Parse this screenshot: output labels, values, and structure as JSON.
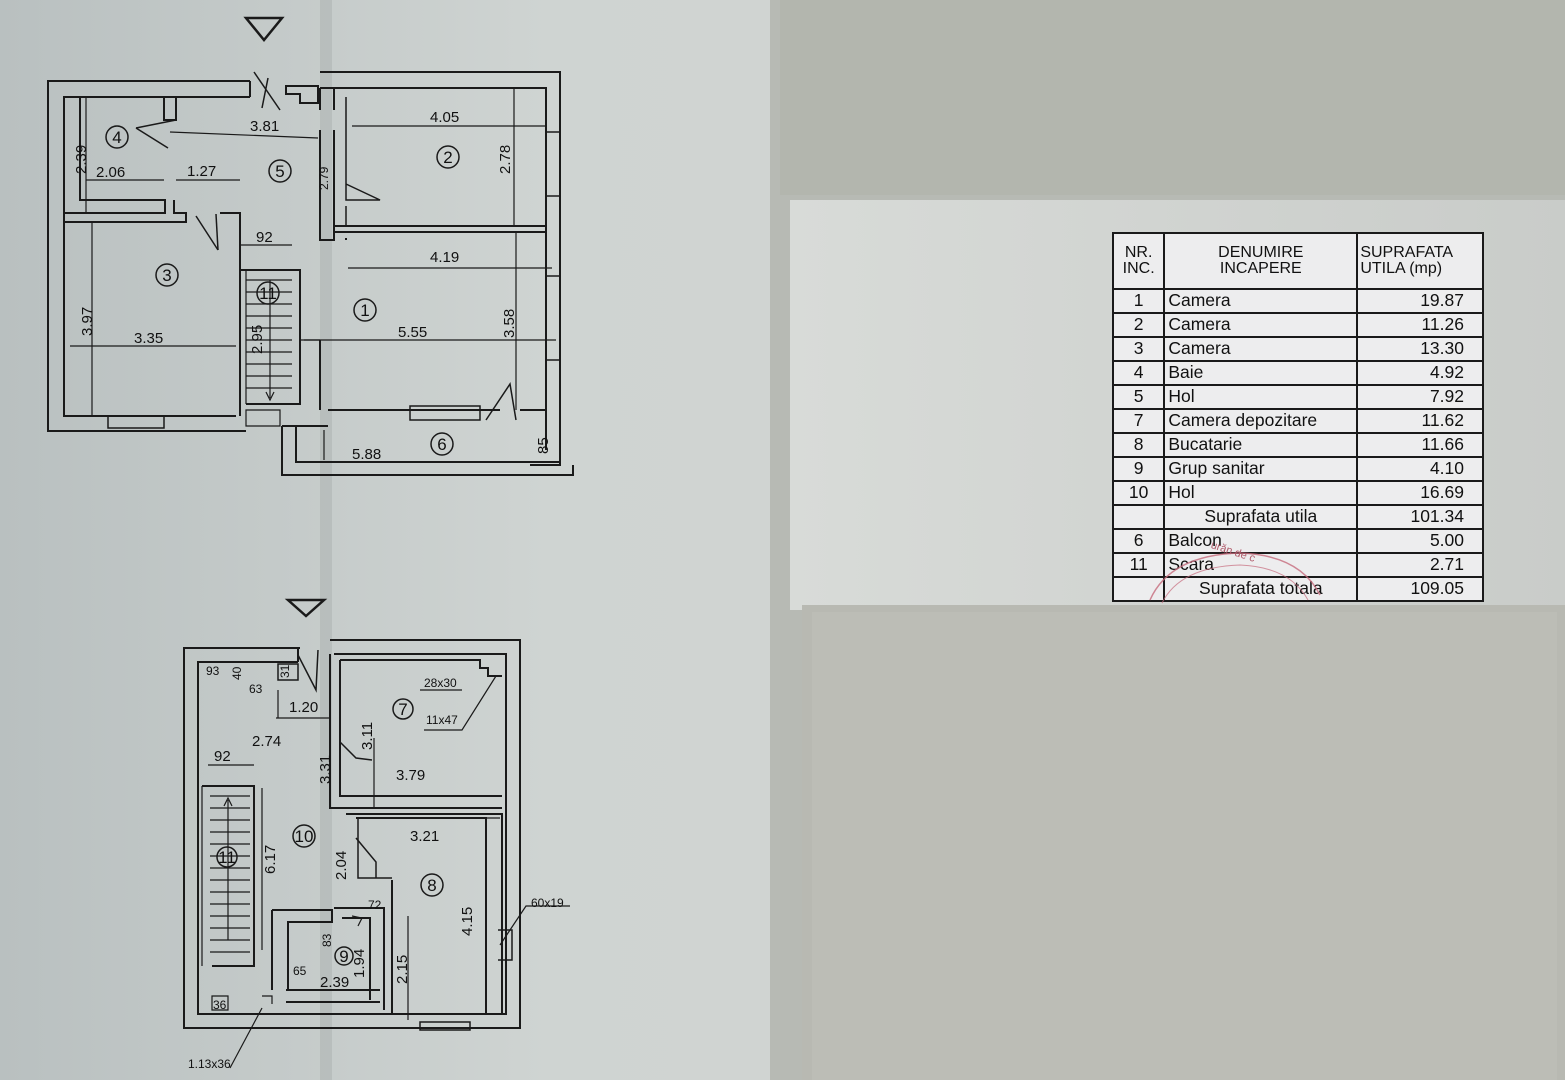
{
  "plan_top": {
    "dims": [
      "3.81",
      "4.05",
      "2.39",
      "2.06",
      "1.27",
      "2.78",
      "2.79",
      "92",
      "4.19",
      "3.97",
      "3.35",
      "2.95",
      "5.55",
      "3.58",
      "5.88",
      "85"
    ],
    "rooms": [
      "1",
      "2",
      "3",
      "4",
      "5",
      "6",
      "11"
    ]
  },
  "plan_bottom": {
    "dims": [
      "93",
      "40",
      "31",
      "63",
      "1.20",
      "28x30",
      "11x47",
      "2.74",
      "3.11",
      "3.31",
      "3.79",
      "92",
      "3.21",
      "6.17",
      "2.04",
      "72",
      "60x19",
      "83",
      "1.94",
      "2.15",
      "4.15",
      "65",
      "2.39",
      "36",
      "1.13x36"
    ],
    "rooms": [
      "7",
      "8",
      "9",
      "10",
      "11"
    ]
  },
  "table": {
    "header": {
      "nr_line1": "NR.",
      "nr_line2": "INC.",
      "name_line1": "DENUMIRE",
      "name_line2": "INCAPERE",
      "area_line1": "SUPRAFATA",
      "area_line2": "UTILA  (mp)"
    },
    "rows": [
      {
        "nr": "1",
        "name": "Camera",
        "area": "19.87"
      },
      {
        "nr": "2",
        "name": "Camera",
        "area": "11.26"
      },
      {
        "nr": "3",
        "name": "Camera",
        "area": "13.30"
      },
      {
        "nr": "4",
        "name": "Baie",
        "area": "4.92"
      },
      {
        "nr": "5",
        "name": "Hol",
        "area": "7.92"
      },
      {
        "nr": "7",
        "name": "Camera depozitare",
        "area": "11.62"
      },
      {
        "nr": "8",
        "name": "Bucatarie",
        "area": "11.66"
      },
      {
        "nr": "9",
        "name": "Grup sanitar",
        "area": "4.10"
      },
      {
        "nr": "10",
        "name": "Hol",
        "area": "16.69"
      }
    ],
    "subtotal": {
      "label": "Suprafata utila",
      "value": "101.34"
    },
    "extra_rows": [
      {
        "nr": "6",
        "name": "Balcon",
        "area": "5.00"
      },
      {
        "nr": "11",
        "name": "Scara",
        "area": "2.71"
      }
    ],
    "total": {
      "label": "Suprafata totala",
      "value": "109.05"
    },
    "stamp_text": "urăn de c"
  }
}
